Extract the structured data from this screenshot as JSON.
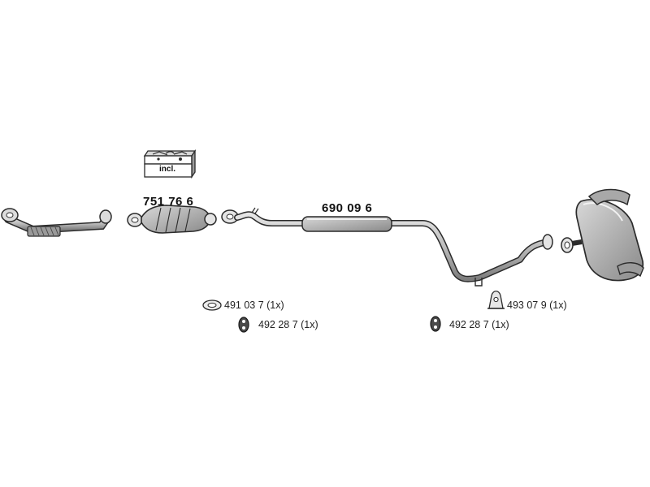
{
  "parts": {
    "catalytic_converter": "751 76 6",
    "middle_pipe": "690 09 6"
  },
  "kit_badge": {
    "label": "incl."
  },
  "accessories": {
    "gasket_front": "491 03 7 (1x)",
    "rubber_mount_front": "492 28 7 (1x)",
    "rubber_mount_rear": "492 28 7 (1x)",
    "bracket_rear": "493 07 9 (1x)"
  },
  "icons": {
    "gasket": "gasket-ring-icon",
    "rubber_mount": "rubber-hanger-icon",
    "bracket": "mounting-bracket-icon",
    "kit": "mounting-kit-icon"
  },
  "colors": {
    "line": "#2b2b2b",
    "fill": "#bdbdbd",
    "shade": "#8e8e8e",
    "background": "#ffffff"
  }
}
